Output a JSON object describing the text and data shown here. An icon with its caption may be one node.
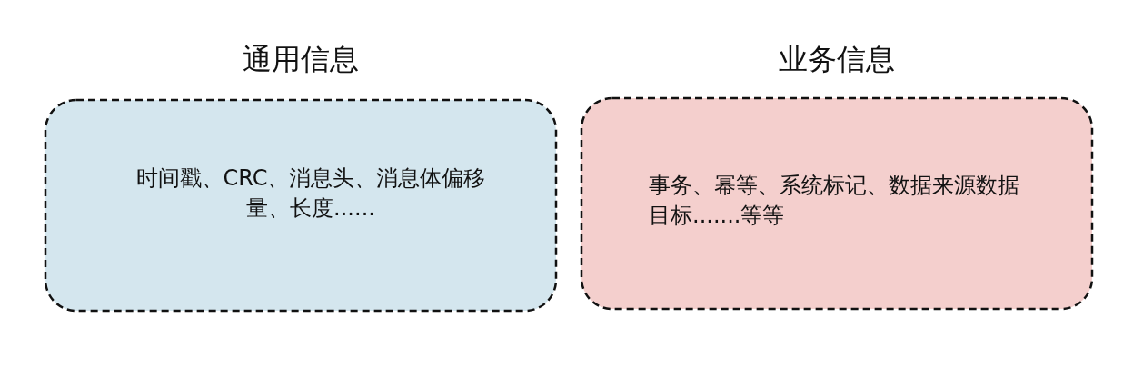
{
  "diagram": {
    "nodes": [
      {
        "text": [
          "通用信息",
          "时间戳、CRC、消息头、消息体偏移量、长度......"
        ]
      },
      {
        "text": [
          "业务信息",
          "事务、幂等、系统标记、数据来源数据目标.......等等"
        ]
      }
    ]
  }
}
